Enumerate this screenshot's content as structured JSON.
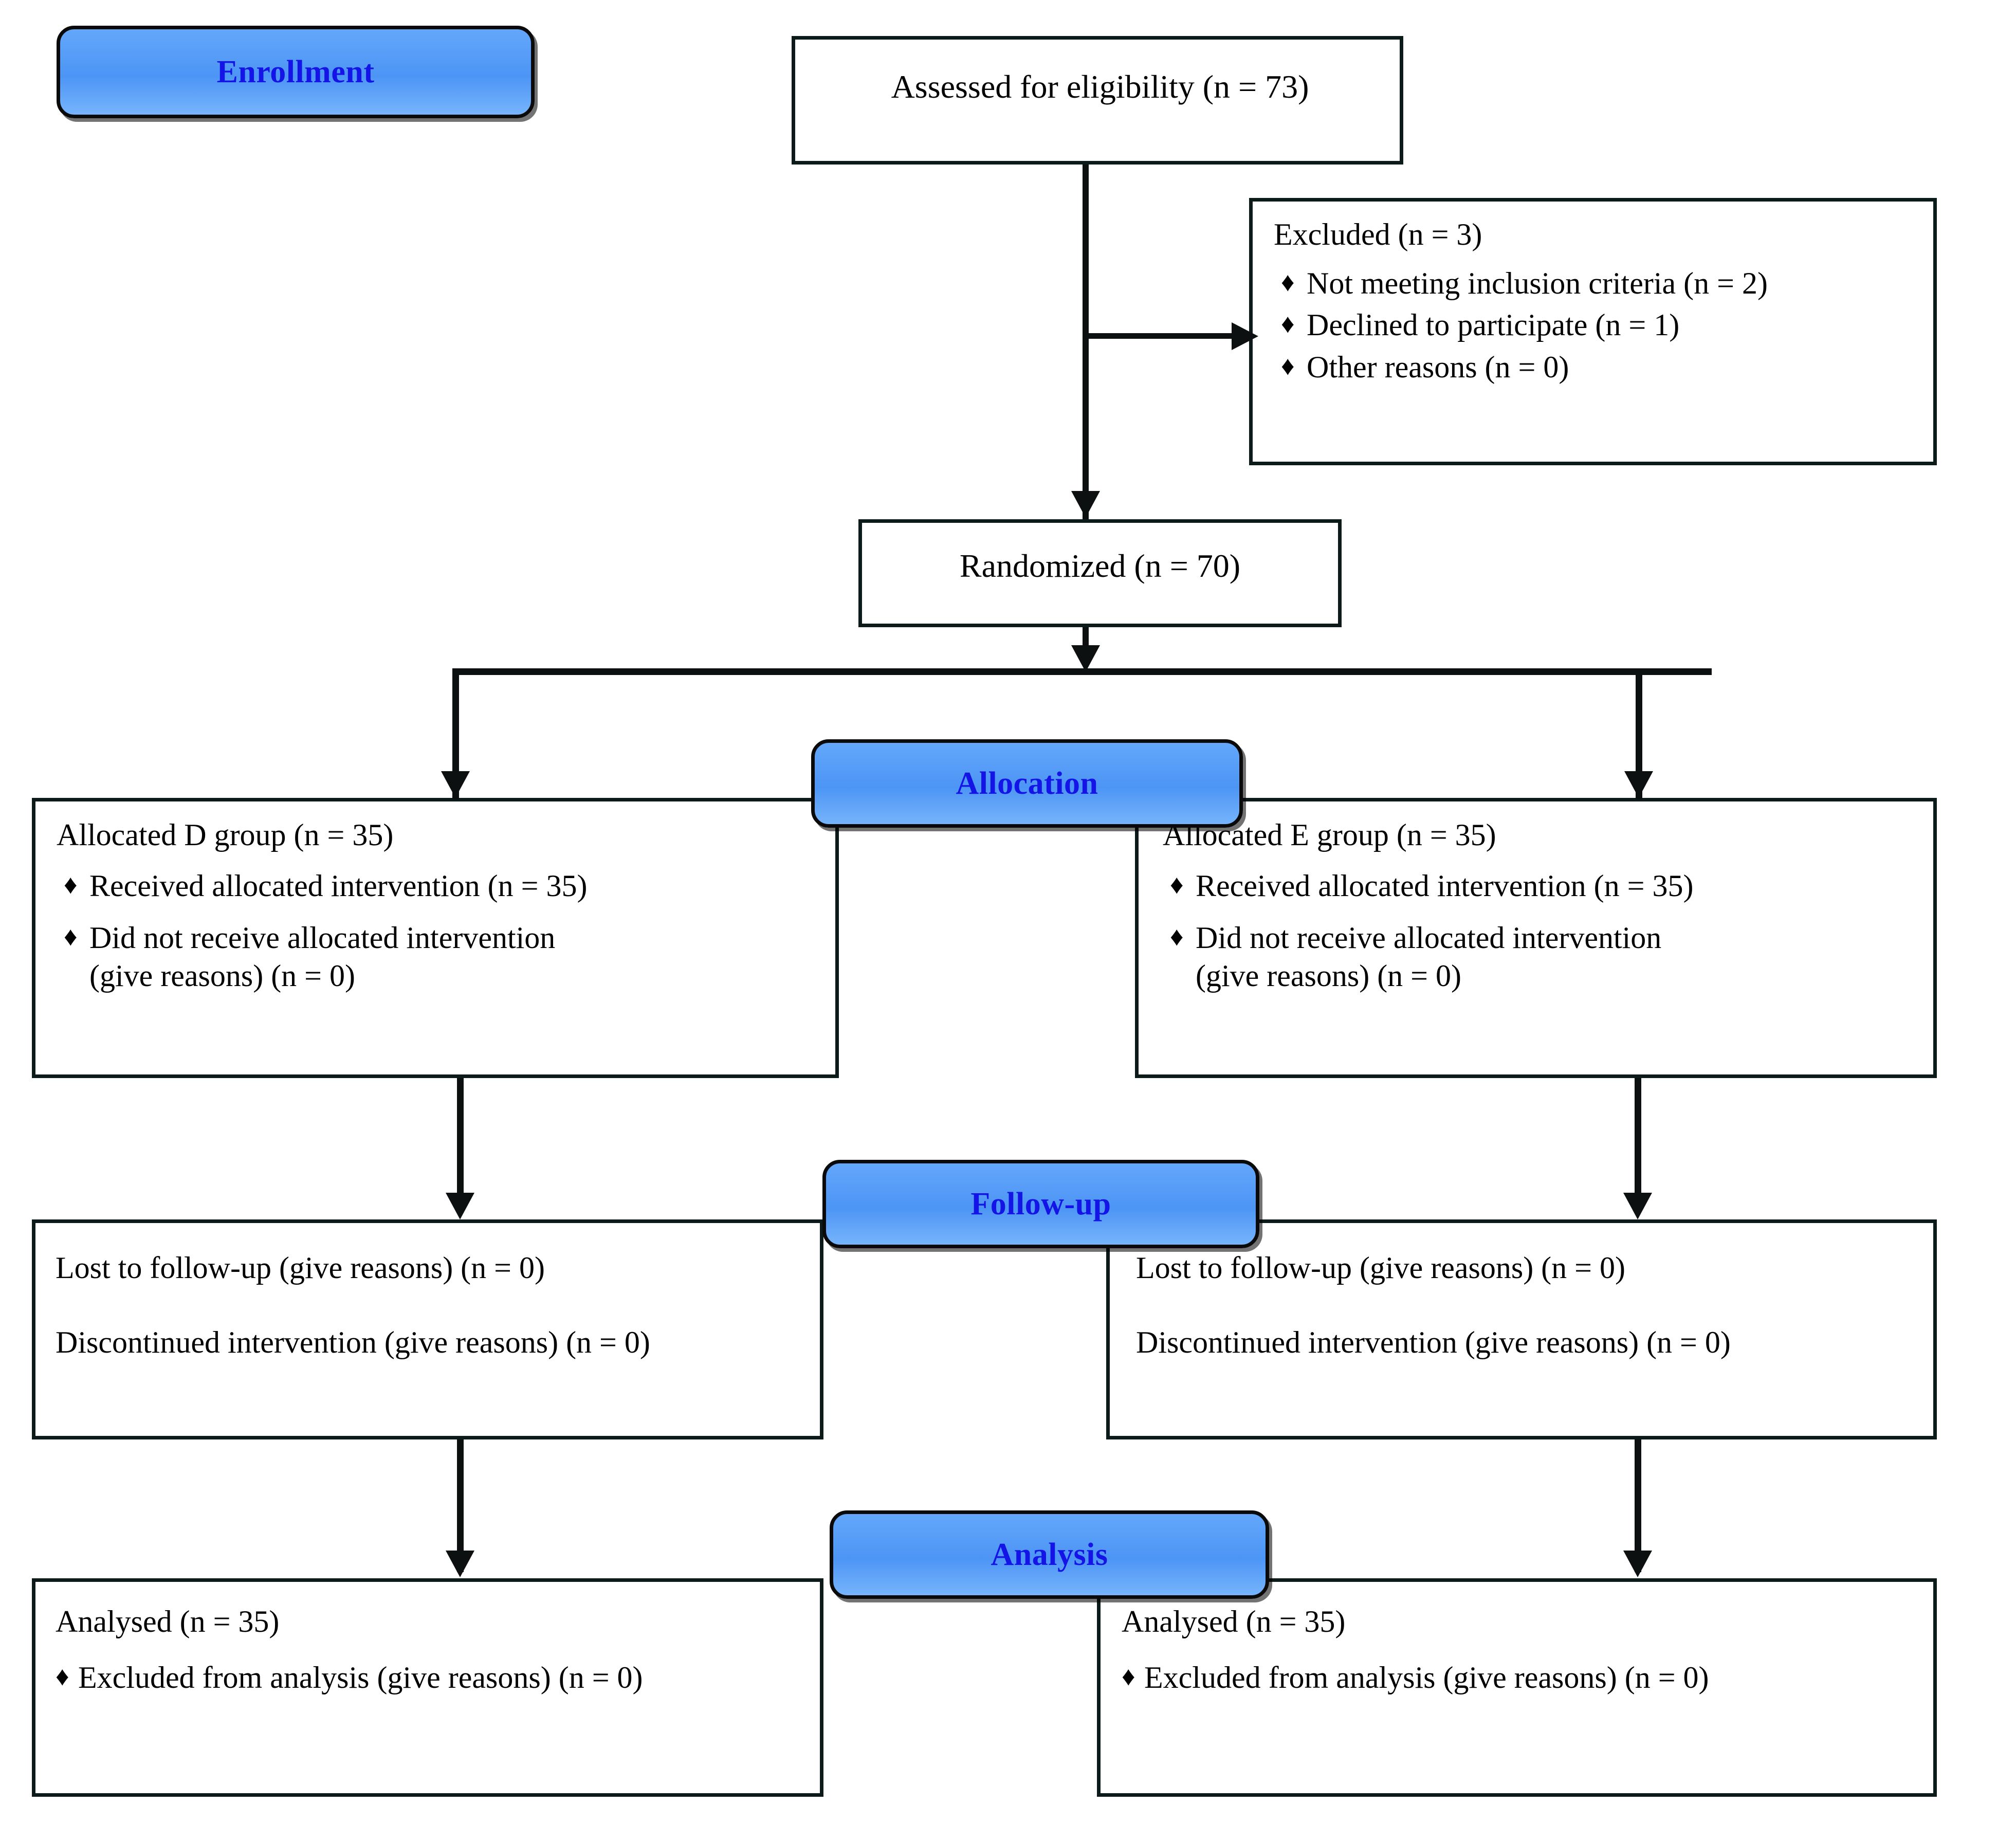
{
  "diagram": {
    "type": "consort-flow-diagram",
    "accent_color": "#4d95f5",
    "banner_text_color": "#1414e6",
    "line_color": "#0d1010",
    "bullet_glyph": "♦"
  },
  "stages": {
    "enrollment": "Enrollment",
    "allocation": "Allocation",
    "followup": "Follow-up",
    "analysis": "Analysis"
  },
  "enrollment": {
    "assessed": "Assessed for eligibility (n = 73)",
    "excluded_header": "Excluded (n = 3)",
    "excluded_items": [
      "Not meeting inclusion criteria (n = 2)",
      "Declined to participate (n = 1)",
      "Other reasons (n = 0)"
    ],
    "randomized": "Randomized (n = 70)"
  },
  "allocation": {
    "left": {
      "header": "Allocated D group (n = 35)",
      "items": [
        "Received allocated intervention (n = 35)",
        "Did not receive allocated intervention",
        "(give reasons) (n = 0)"
      ]
    },
    "right": {
      "header": "Allocated E group (n = 35)",
      "items": [
        "Received allocated intervention (n = 35)",
        "Did not receive allocated intervention",
        "(give reasons) (n = 0)"
      ]
    }
  },
  "followup": {
    "left": {
      "lost": "Lost to follow-up (give reasons) (n = 0)",
      "discontinued": "Discontinued intervention (give reasons) (n = 0)"
    },
    "right": {
      "lost": "Lost to follow-up (give reasons) (n = 0)",
      "discontinued": "Discontinued intervention (give reasons) (n = 0)"
    }
  },
  "analysis": {
    "left": {
      "header": "Analysed (n = 35)",
      "items": [
        "Excluded from analysis (give reasons) (n = 0)"
      ]
    },
    "right": {
      "header": "Analysed (n = 35)",
      "items": [
        "Excluded from analysis (give reasons) (n = 0)"
      ]
    }
  }
}
